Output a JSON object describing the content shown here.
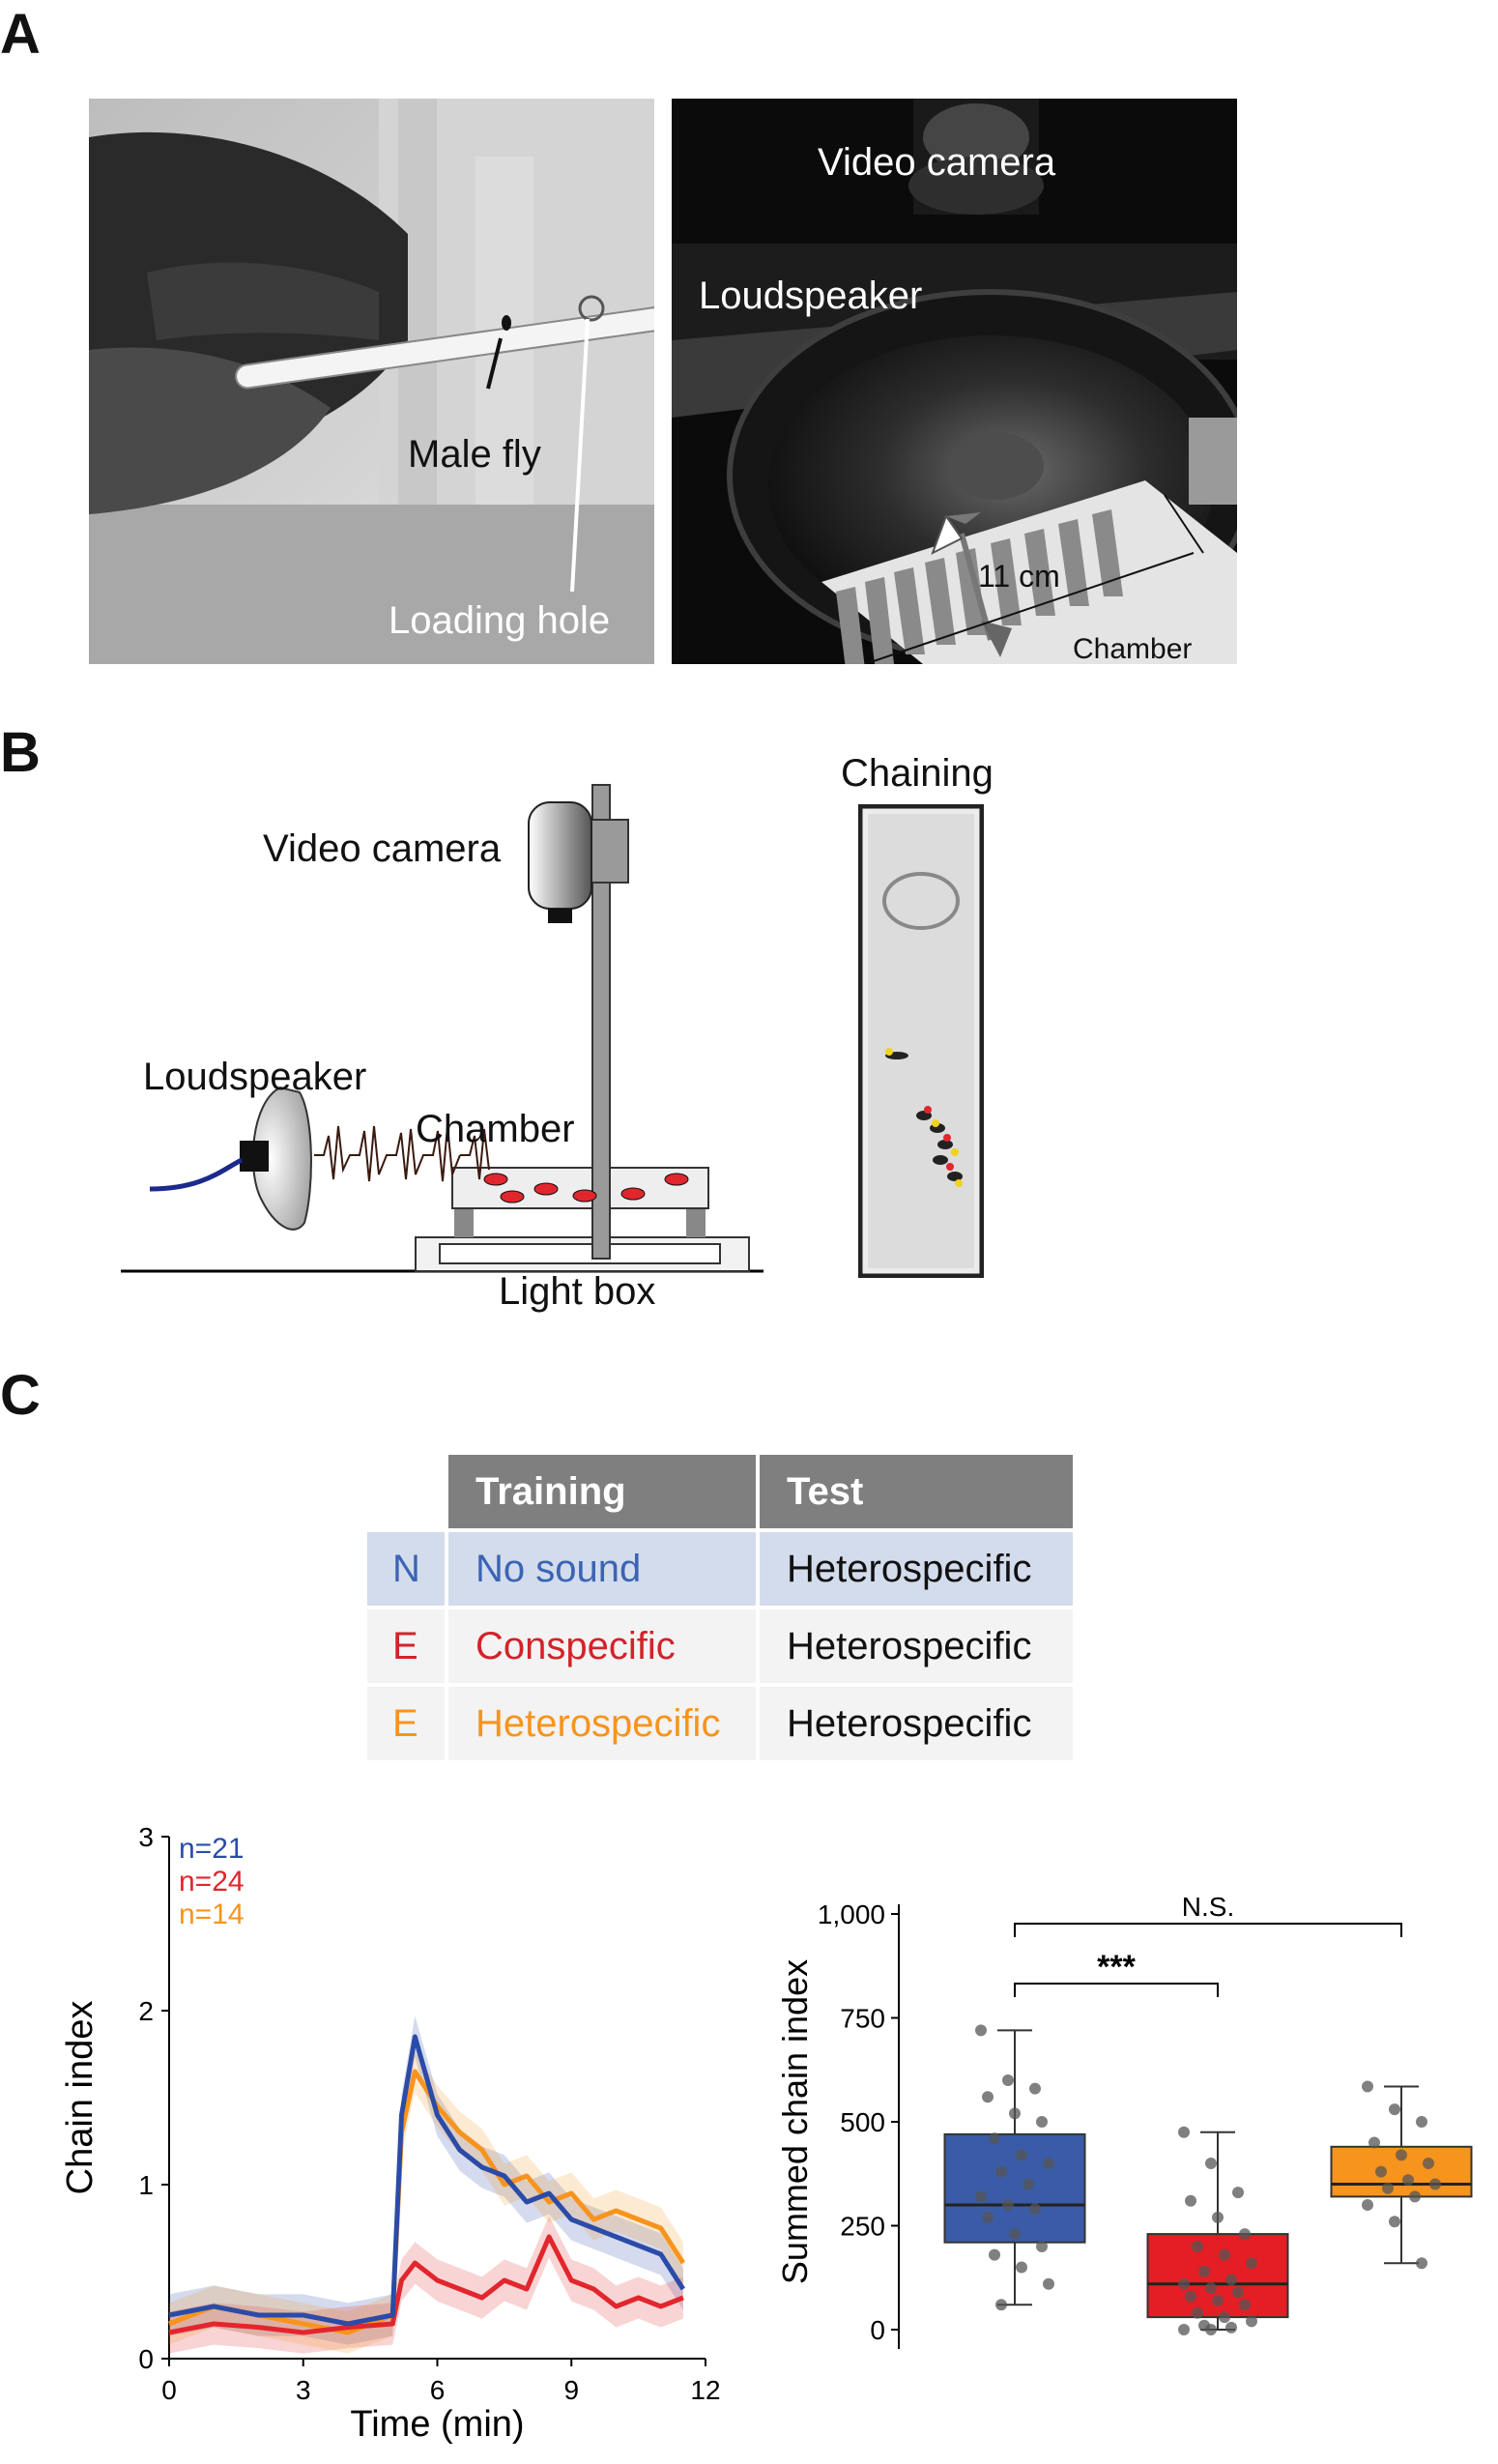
{
  "panels": {
    "a": "A",
    "b": "B",
    "c": "C"
  },
  "panelA": {
    "left_photo": {
      "male_fly": "Male fly",
      "loading_hole": "Loading hole"
    },
    "right_photo": {
      "video_camera": "Video camera",
      "loudspeaker": "Loudspeaker",
      "distance": "11 cm",
      "chamber": "Chamber"
    }
  },
  "panelB": {
    "video_camera": "Video camera",
    "loudspeaker": "Loudspeaker",
    "chamber": "Chamber",
    "light_box": "Light box",
    "chaining": "Chaining"
  },
  "table": {
    "headers": [
      "Training",
      "Test"
    ],
    "rows": [
      {
        "group": "N",
        "training": "No sound",
        "test": "Heterospecific",
        "color": "#3c64b4"
      },
      {
        "group": "E",
        "training": "Conspecific",
        "test": "Heterospecific",
        "color": "#d2232a"
      },
      {
        "group": "E",
        "training": "Heterospecific",
        "test": "Heterospecific",
        "color": "#f7941d"
      }
    ]
  },
  "colors": {
    "blue": "#2b4ba8",
    "red": "#e1262d",
    "orange": "#f7941d"
  },
  "chart_data": [
    {
      "type": "line",
      "xlabel": "Time (min)",
      "ylabel": "Chain index",
      "xlim": [
        0,
        12
      ],
      "ylim": [
        0,
        3
      ],
      "xticks": [
        "0",
        "3",
        "6",
        "9",
        "12"
      ],
      "yticks": [
        "0",
        "1",
        "2",
        "3"
      ],
      "legend": [
        "n=21",
        "n=24",
        "n=14"
      ],
      "series": [
        {
          "name": "n=21",
          "color": "#2b4ba8",
          "x": [
            0,
            1,
            2,
            3,
            4,
            5,
            5.2,
            5.5,
            6,
            6.5,
            7,
            7.5,
            8,
            8.5,
            9,
            9.5,
            10,
            10.5,
            11,
            11.5
          ],
          "y": [
            0.25,
            0.3,
            0.25,
            0.25,
            0.2,
            0.25,
            1.4,
            1.85,
            1.4,
            1.2,
            1.1,
            1.05,
            0.9,
            0.95,
            0.8,
            0.75,
            0.7,
            0.65,
            0.6,
            0.4
          ]
        },
        {
          "name": "n=24",
          "color": "#e1262d",
          "x": [
            0,
            1,
            2,
            3,
            4,
            5,
            5.2,
            5.5,
            6,
            6.5,
            7,
            7.5,
            8,
            8.5,
            9,
            9.5,
            10,
            10.5,
            11,
            11.5
          ],
          "y": [
            0.15,
            0.2,
            0.18,
            0.15,
            0.18,
            0.2,
            0.45,
            0.55,
            0.45,
            0.4,
            0.35,
            0.45,
            0.4,
            0.7,
            0.45,
            0.4,
            0.3,
            0.35,
            0.3,
            0.35
          ]
        },
        {
          "name": "n=14",
          "color": "#f7941d",
          "x": [
            0,
            1,
            2,
            3,
            4,
            5,
            5.2,
            5.5,
            6,
            6.5,
            7,
            7.5,
            8,
            8.5,
            9,
            9.5,
            10,
            10.5,
            11,
            11.5
          ],
          "y": [
            0.2,
            0.3,
            0.25,
            0.2,
            0.15,
            0.25,
            1.3,
            1.65,
            1.45,
            1.3,
            1.2,
            1.0,
            1.05,
            0.9,
            0.95,
            0.8,
            0.85,
            0.8,
            0.75,
            0.55
          ]
        }
      ]
    },
    {
      "type": "box",
      "ylabel": "Summed chain index",
      "ylim": [
        0,
        1000
      ],
      "yticks": [
        "0",
        "250",
        "500",
        "750",
        "1,000"
      ],
      "annotations": [
        "***",
        "N.S."
      ],
      "boxes": [
        {
          "color": "#3a5ca8",
          "min": 60,
          "q1": 210,
          "median": 300,
          "q3": 470,
          "max": 720,
          "points": [
            720,
            600,
            580,
            560,
            520,
            500,
            460,
            420,
            400,
            380,
            350,
            320,
            300,
            290,
            270,
            230,
            200,
            180,
            150,
            110,
            60
          ]
        },
        {
          "color": "#e51e25",
          "min": 0,
          "q1": 30,
          "median": 110,
          "q3": 230,
          "max": 475,
          "points": [
            475,
            400,
            330,
            310,
            270,
            230,
            200,
            180,
            160,
            140,
            120,
            110,
            100,
            90,
            80,
            70,
            60,
            40,
            30,
            20,
            10,
            5,
            0,
            0
          ]
        },
        {
          "color": "#f7941d",
          "min": 160,
          "q1": 320,
          "median": 350,
          "q3": 440,
          "max": 585,
          "points": [
            585,
            530,
            500,
            450,
            420,
            400,
            380,
            360,
            350,
            340,
            320,
            300,
            260,
            160
          ]
        }
      ]
    }
  ]
}
